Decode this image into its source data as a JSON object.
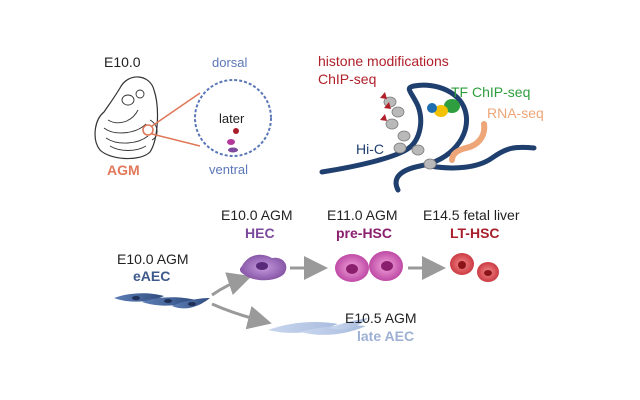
{
  "embryo": {
    "stage": "E10.0",
    "region": "AGM",
    "section_top": "dorsal",
    "section_center": "later",
    "section_bottom": "ventral"
  },
  "chromatin": {
    "histone_line1": "histone modifications",
    "histone_line2": "ChIP-seq",
    "tf": "TF ChIP-seq",
    "rna": "RNA-seq",
    "hic": "Hi-C"
  },
  "lineage": {
    "eaec_stage": "E10.0 AGM",
    "eaec_name": "eAEC",
    "hec_stage": "E10.0 AGM",
    "hec_name": "HEC",
    "prehsc_stage": "E11.0 AGM",
    "prehsc_name": "pre-HSC",
    "lthsc_stage": "E14.5 fetal liver",
    "lthsc_name": "LT-HSC",
    "lateaec_stage": "E10.5 AGM",
    "lateaec_name": "late AEC"
  },
  "colors": {
    "agm": "#e0785a",
    "section": "#5b77b8",
    "histone": "#b0202a",
    "tf": "#2e9e3e",
    "rna": "#eea678",
    "chromatin": "#1f3f6e",
    "eaec": "#3d5a8a",
    "hec": "#7b4a9c",
    "prehsc": "#8a1f6e",
    "lthsc": "#a81e2a",
    "lateaec": "#9db0d4",
    "arrow": "#9a9a9a"
  }
}
